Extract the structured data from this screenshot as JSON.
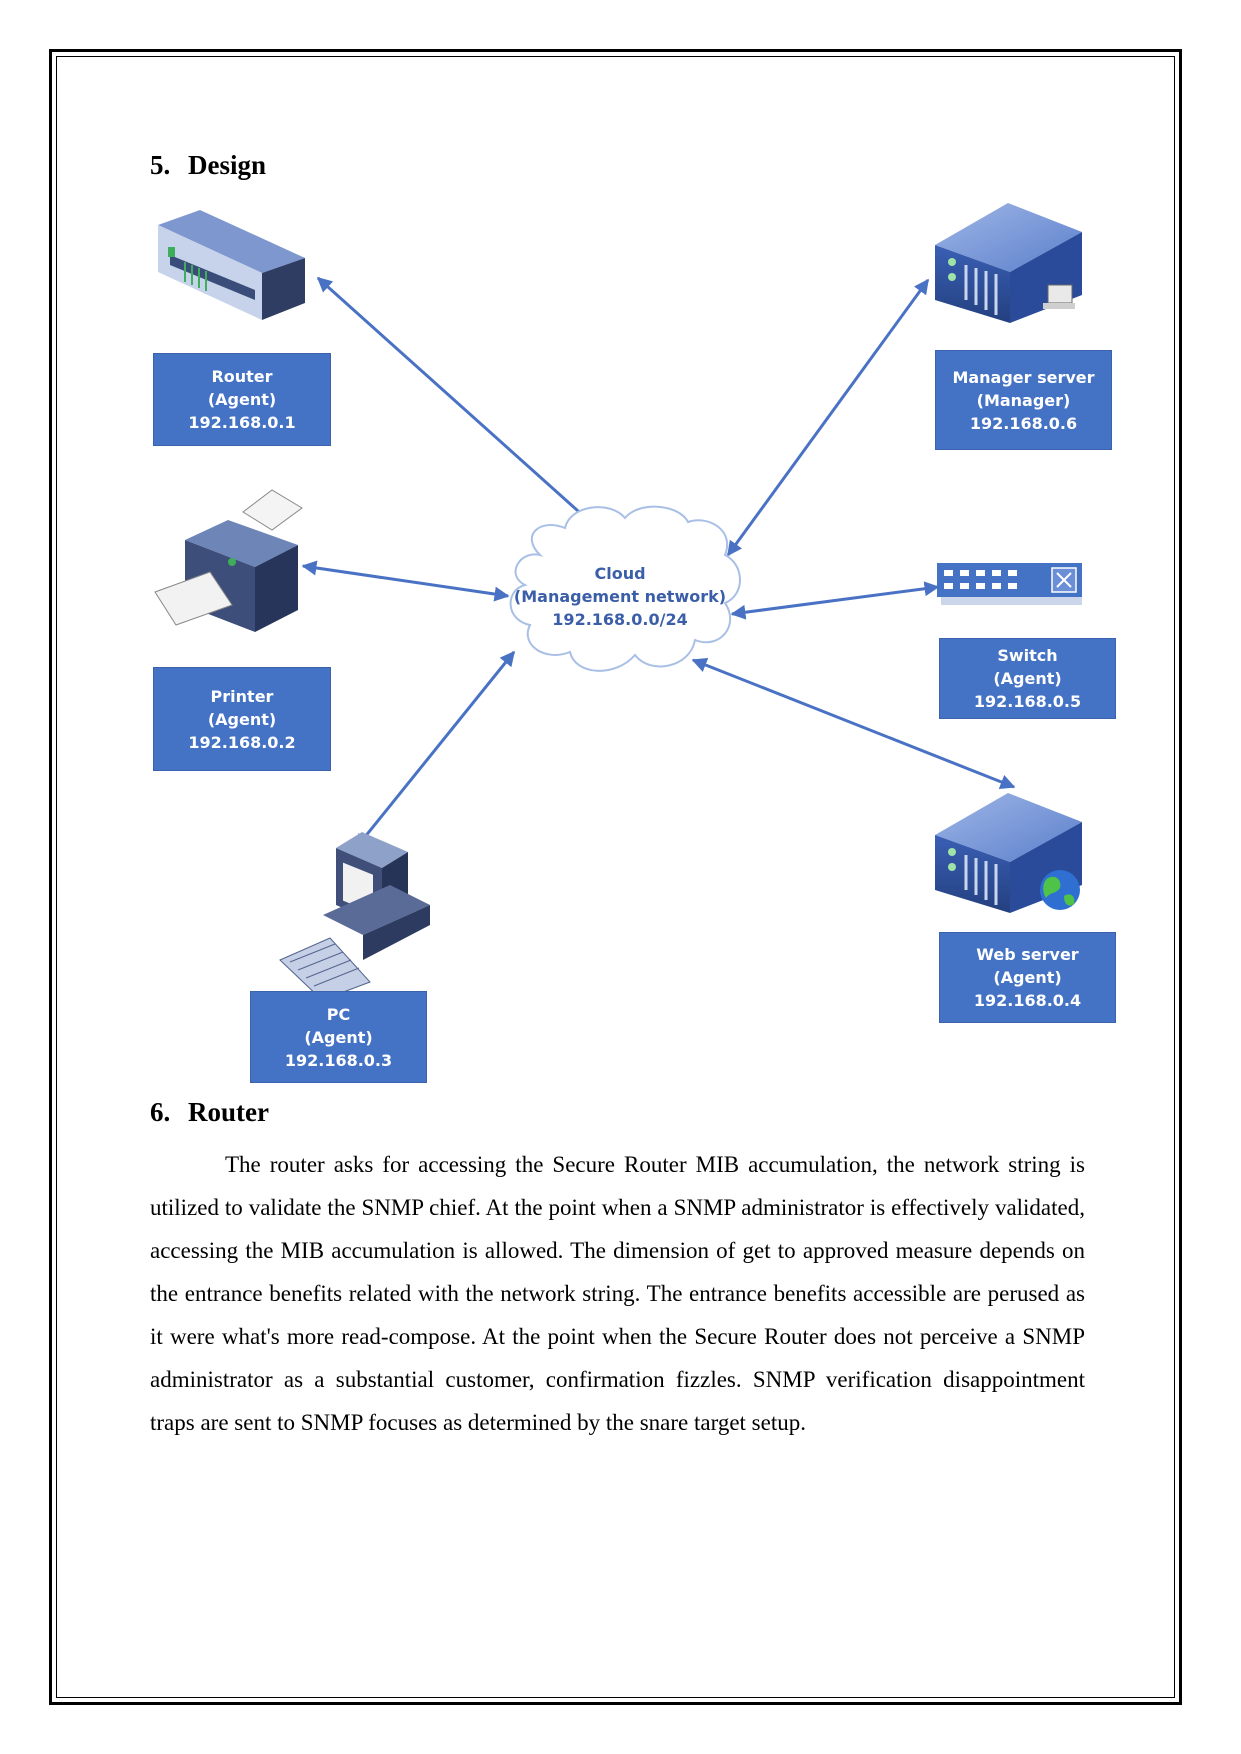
{
  "sections": {
    "design": {
      "number": "5.",
      "title": "Design"
    },
    "router": {
      "number": "6.",
      "title": "Router"
    }
  },
  "diagram": {
    "cloud": {
      "line1": "Cloud",
      "line2": "(Management network)",
      "line3": "192.168.0.0/24"
    },
    "router": {
      "line1": "Router",
      "line2": "(Agent)",
      "line3": "192.168.0.1"
    },
    "manager": {
      "line1": "Manager server",
      "line2": "(Manager)",
      "line3": "192.168.0.6"
    },
    "printer": {
      "line1": "Printer",
      "line2": "(Agent)",
      "line3": "192.168.0.2"
    },
    "switch": {
      "line1": "Switch",
      "line2": "(Agent)",
      "line3": "192.168.0.5"
    },
    "pc": {
      "line1": "PC",
      "line2": "(Agent)",
      "line3": "192.168.0.3"
    },
    "web": {
      "line1": "Web server",
      "line2": "(Agent)",
      "line3": "192.168.0.4"
    },
    "colors": {
      "label_fill": "#4472c4",
      "arrow": "#4a72c4",
      "cloud_text": "#3b5ea8"
    }
  },
  "paragraph": "The router asks for accessing the Secure Router MIB accumulation, the network string is utilized to validate the SNMP chief. At the point when a SNMP administrator is effectively validated, accessing the MIB accumulation is allowed. The dimension of get to approved measure depends on the entrance benefits related with the network string. The entrance benefits accessible are perused as it were what's more read-compose. At the point when the Secure Router does not perceive a SNMP administrator as a substantial customer, confirmation fizzles. SNMP verification disappointment traps are sent to SNMP focuses as determined by the snare target setup."
}
